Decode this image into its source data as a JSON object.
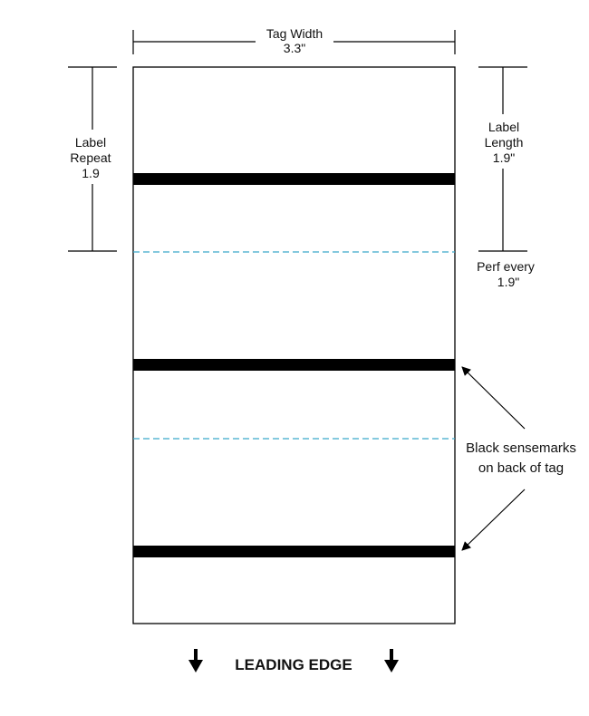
{
  "tag_width": {
    "label": "Tag Width",
    "value": "3.3\""
  },
  "label_repeat": {
    "line1": "Label",
    "line2": "Repeat",
    "value": "1.9"
  },
  "label_length": {
    "line1": "Label",
    "line2": "Length",
    "value": "1.9\""
  },
  "perf": {
    "line1": "Perf every",
    "value": "1.9\""
  },
  "sensemarks": {
    "line1": "Black sensemarks",
    "line2": "on back of tag"
  },
  "leading_edge": {
    "label": "LEADING EDGE"
  },
  "colors": {
    "perforation": "#3aa9c9",
    "sensemark": "#000000",
    "outline": "#000000"
  }
}
